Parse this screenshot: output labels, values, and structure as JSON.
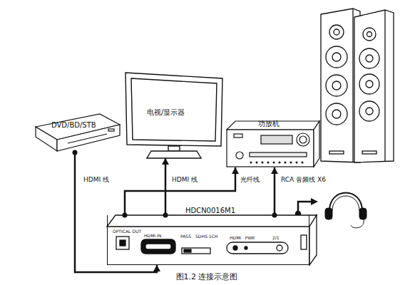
{
  "diagram": {
    "caption": "图1.2 连接示意图",
    "nodes": [
      {
        "text": [
          "DVD/BD/STB"
        ]
      },
      {
        "text": [
          "电视/显示器"
        ]
      },
      {
        "text": [
          "功放机"
        ]
      },
      {
        "text": [
          "HDCN0016M1"
        ]
      }
    ],
    "edges": [
      {
        "from": 0,
        "to": 3,
        "label": "HDMI 线",
        "arrow": "to"
      },
      {
        "from": 3,
        "to": 1,
        "label": "HDMI 线",
        "arrow": "to"
      },
      {
        "from": 3,
        "to": 2,
        "label": "光纤线",
        "arrow": "to"
      },
      {
        "from": 3,
        "to": 2,
        "label": "RCA 音频线 X6",
        "arrow": "to"
      }
    ],
    "labels": [
      "OPTICAL OUT",
      "HDMI IN",
      "PASS",
      "SDH",
      "5.1CH",
      "HDMI · PWR",
      "2/1"
    ]
  }
}
